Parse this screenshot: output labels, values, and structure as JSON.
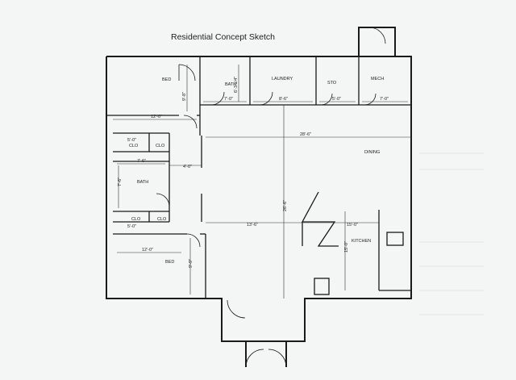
{
  "title": "Residential Concept Sketch",
  "rooms": {
    "bed_top": "BED",
    "bath_top": "BATH",
    "laundry": "LAUNDRY",
    "sto": "STO",
    "mech": "MECH",
    "clo_1": "CLO",
    "clo_2": "CLO",
    "bath_mid": "BATH",
    "clo_3": "CLO",
    "clo_4": "CLO",
    "bed_bottom": "BED",
    "dining": "DINING",
    "kitchen": "KITCHEN"
  },
  "dimensions": {
    "bed_top_width": "12'-0\"",
    "bed_top_depth": "9'-8\"",
    "bath_top_width": "7'-0\"",
    "bath_top_depth": "6'-3 1/4\"",
    "laundry_width": "8'-6\"",
    "sto_width": "5'-0\"",
    "mech_width": "7'-0\"",
    "clo_upper_width": "5'-0\"",
    "hall_width": "4'-0\"",
    "bath_mid_width": "7'-6\"",
    "bath_mid_depth": "7'-6\"",
    "clo_lower_width": "5'-0\"",
    "bed_bottom_width": "12'-0\"",
    "bed_bottom_depth": "9'-9\"",
    "dining_width": "28'-6\"",
    "great_room_depth": "26'-6\"",
    "living_width": "13'-6\"",
    "kitchen_width": "15'-0\"",
    "kitchen_depth": "15'-0\""
  }
}
